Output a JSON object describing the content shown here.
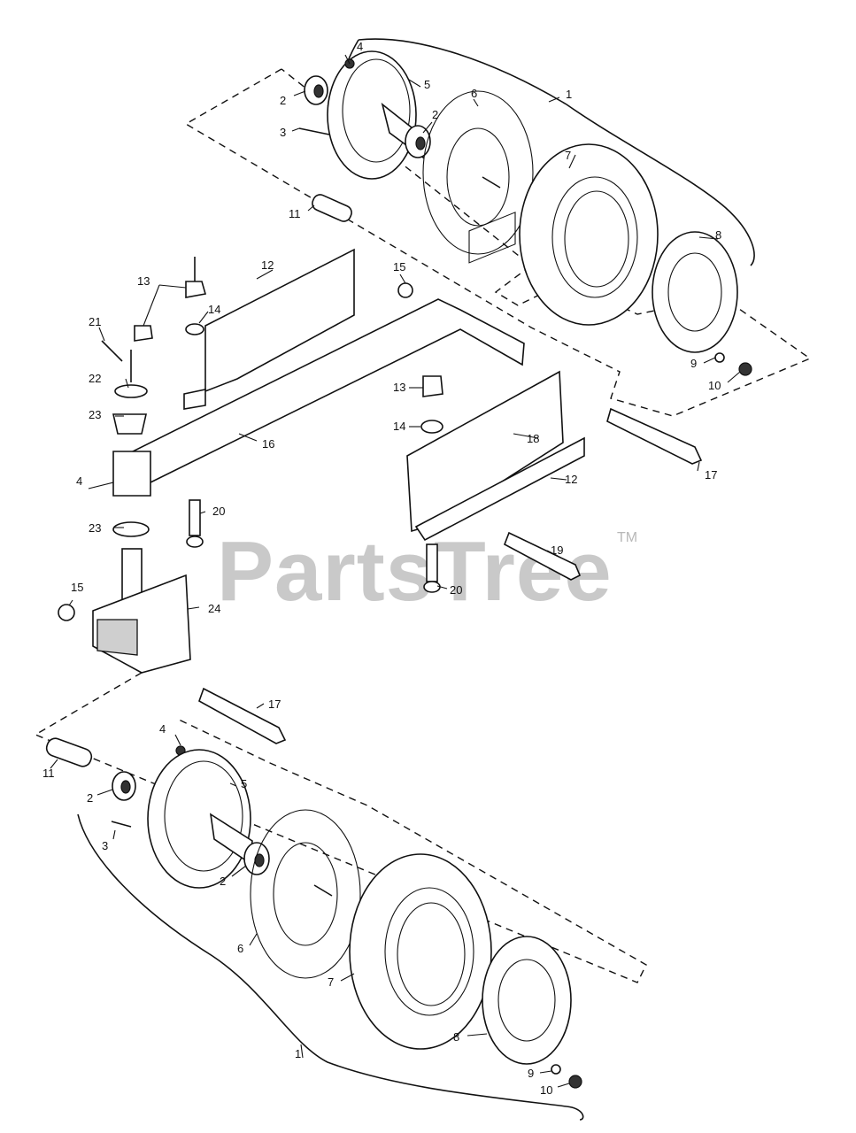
{
  "watermark": {
    "text": "PartsTree",
    "trademark": "TM"
  },
  "callouts": {
    "c1a": "1",
    "c1b": "1",
    "c2a": "2",
    "c2b": "2",
    "c2c": "2",
    "c2d": "2",
    "c3a": "3",
    "c3b": "3",
    "c4a": "4",
    "c4b": "4",
    "c4c": "4",
    "c5a": "5",
    "c5b": "5",
    "c6a": "6",
    "c6b": "6",
    "c7a": "7",
    "c7b": "7",
    "c8a": "8",
    "c8b": "8",
    "c9a": "9",
    "c9b": "9",
    "c10a": "10",
    "c10b": "10",
    "c11a": "11",
    "c11b": "11",
    "c12a": "12",
    "c12b": "12",
    "c13a": "13",
    "c13b": "13",
    "c14a": "14",
    "c14b": "14",
    "c15a": "15",
    "c15b": "15",
    "c16": "16",
    "c17a": "17",
    "c17b": "17",
    "c18": "18",
    "c19": "19",
    "c20a": "20",
    "c20b": "20",
    "c21": "21",
    "c22": "22",
    "c23a": "23",
    "c23b": "23",
    "c24": "24"
  }
}
